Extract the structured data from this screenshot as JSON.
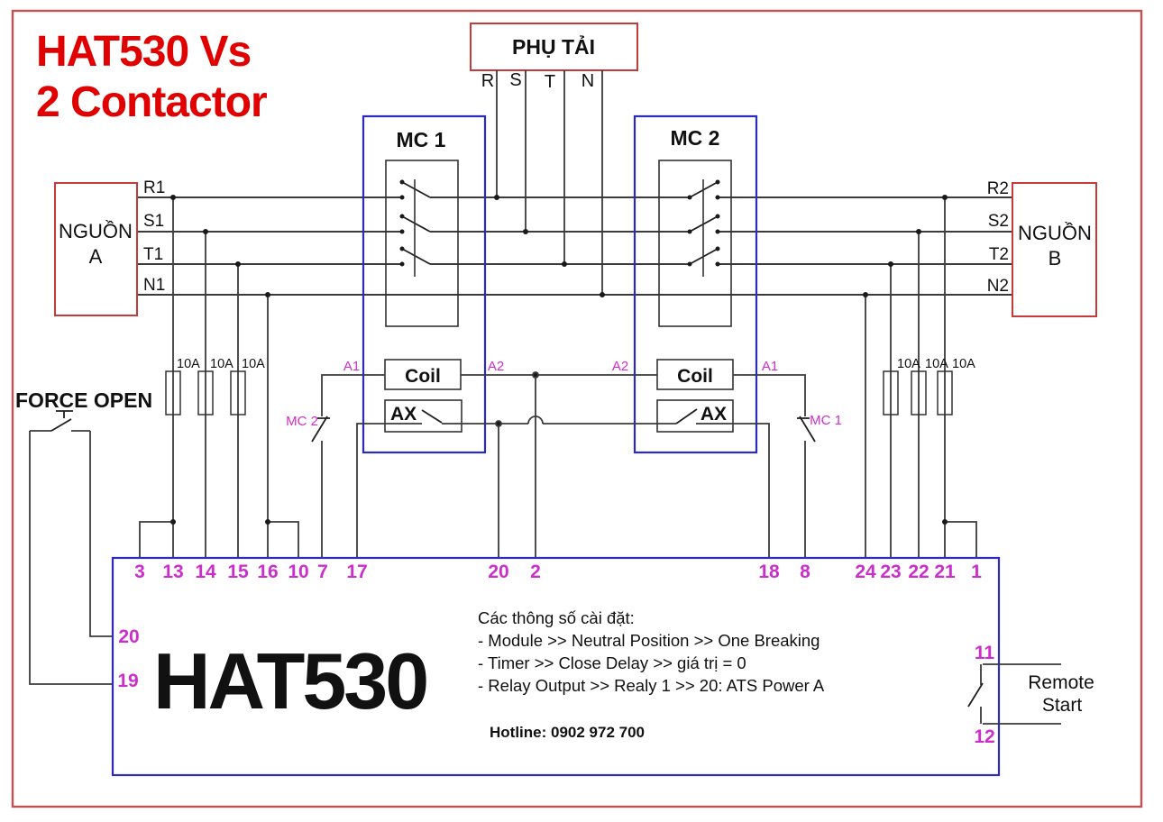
{
  "title": {
    "line1": "HAT530 Vs",
    "line2": "2 Contactor"
  },
  "load_box": {
    "label": "PHỤ TẢI",
    "phases": [
      "R",
      "S",
      "T",
      "N"
    ]
  },
  "source_a": {
    "line1": "NGUỒN",
    "line2": "A",
    "feeders": [
      "R1",
      "S1",
      "T1",
      "N1"
    ]
  },
  "source_b": {
    "line1": "NGUỒN",
    "line2": "B",
    "feeders": [
      "R2",
      "S2",
      "T2",
      "N2"
    ]
  },
  "mc1": {
    "label": "MC 1",
    "coil": "Coil",
    "aux": "AX",
    "a1": "A1",
    "a2": "A2",
    "interlock": "MC 2"
  },
  "mc2": {
    "label": "MC 2",
    "coil": "Coil",
    "aux": "AX",
    "a1": "A1",
    "a2": "A2",
    "interlock": "MC 1"
  },
  "fuses": {
    "left": [
      "10A",
      "10A",
      "10A"
    ],
    "right": [
      "10A",
      "10A",
      "10A"
    ]
  },
  "force_open": {
    "label": "FORCE OPEN"
  },
  "remote_start": {
    "line1": "Remote",
    "line2": "Start"
  },
  "controller": {
    "name": "HAT530",
    "top_terminals": [
      "3",
      "13",
      "14",
      "15",
      "16",
      "10",
      "7",
      "17",
      "20",
      "2",
      "18",
      "8",
      "24",
      "23",
      "22",
      "21",
      "1"
    ],
    "left_terminals": [
      "20",
      "19"
    ],
    "right_terminals": [
      "11",
      "12"
    ],
    "settings_title": "Các thông số cài đặt:",
    "setting_1": "- Module >> Neutral Position >> One Breaking",
    "setting_2": "- Timer >> Close Delay >> giá trị = 0",
    "setting_3": "- Relay Output >> Realy 1 >> 20: ATS Power A",
    "hotline": "Hotline: 0902 972 700"
  },
  "colors": {
    "title_red": "#e00000",
    "box_red": "#c43b3b",
    "box_blue": "#2b2bc4",
    "terminal_magenta": "#cc2ecc",
    "wire": "#3b3b3b"
  }
}
